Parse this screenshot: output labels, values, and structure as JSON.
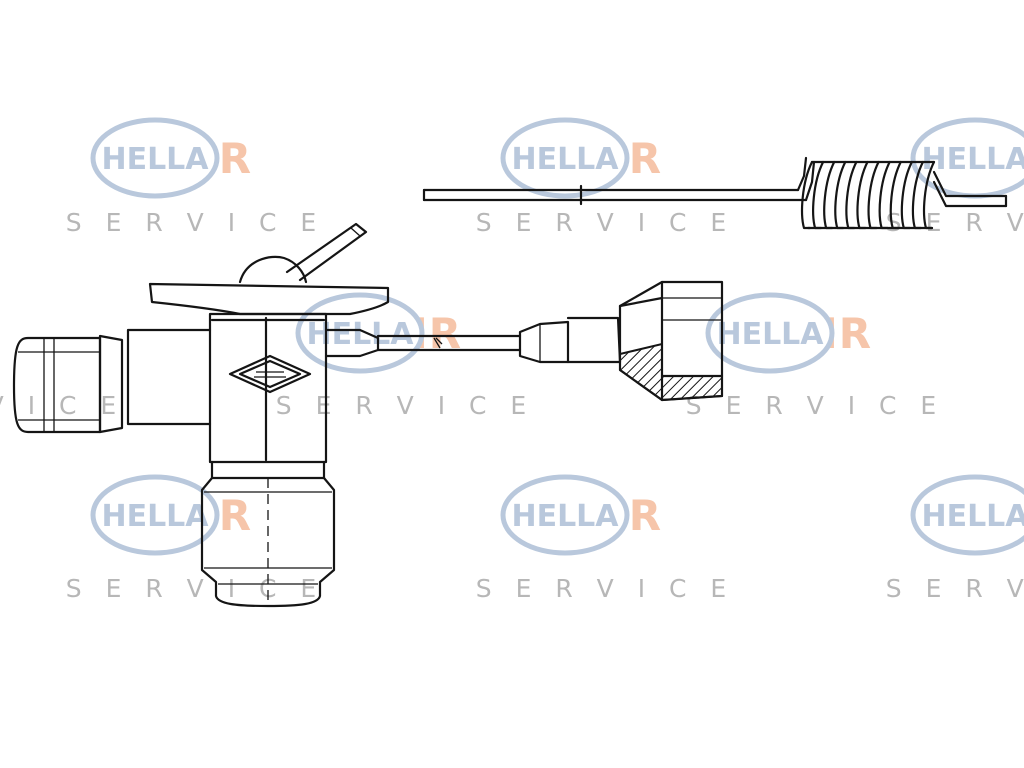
{
  "watermark": {
    "behr": "BEHR",
    "hella": "HELLA",
    "service": "S E R V I C E",
    "colors": {
      "behr": "#f6c5aa",
      "hella_fill": "#ffffff",
      "hella_ring": "#b9c8dc",
      "hella_text": "#b9c8dc",
      "service": "#b7b7b7"
    }
  },
  "diagram": {
    "subject": "expansion valve",
    "line_color": "#151515"
  }
}
